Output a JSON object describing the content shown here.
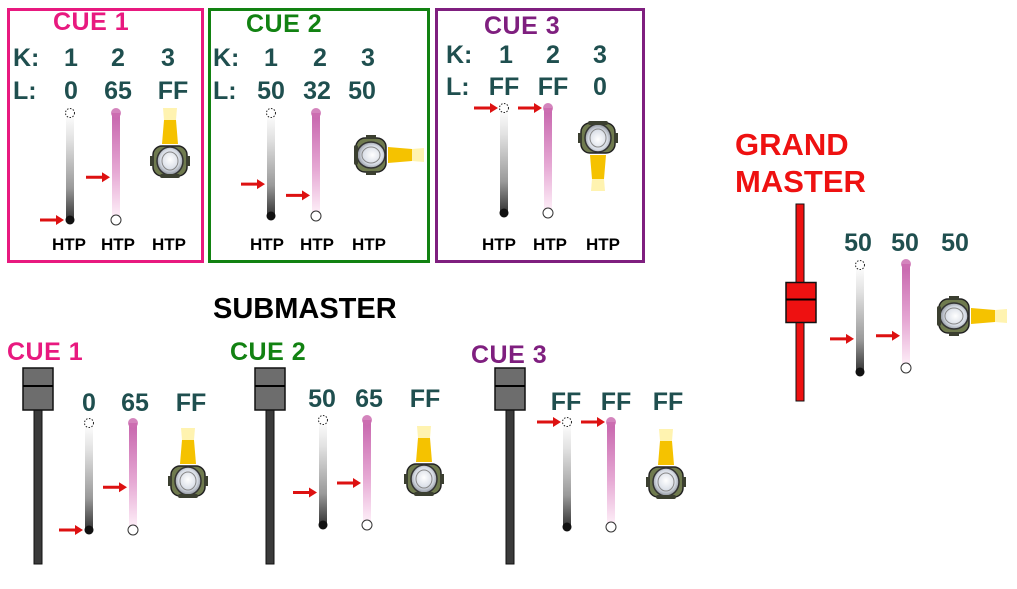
{
  "colors": {
    "cue1": "#e8197f",
    "cue2": "#128212",
    "cue3": "#7f1f7f",
    "value_text": "#1f4f4f",
    "grand": "#ee1111",
    "arrow": "#dd1111",
    "beam": "#f5c200",
    "magenta_bar": "#cc6fb2"
  },
  "top_cues": [
    {
      "title": "CUE 1",
      "k_label": "K:",
      "l_label": "L:",
      "channels": [
        "1",
        "2",
        "3"
      ],
      "levels": [
        "0",
        "65",
        "FF"
      ],
      "modes": [
        "HTP",
        "HTP",
        "HTP"
      ],
      "fader_levels": [
        0,
        0.4,
        1
      ],
      "beam": "up"
    },
    {
      "title": "CUE  2",
      "k_label": "K:",
      "l_label": "L:",
      "channels": [
        "1",
        "2",
        "3"
      ],
      "levels": [
        "50",
        "32",
        "50"
      ],
      "modes": [
        "HTP",
        "HTP",
        "HTP"
      ],
      "fader_levels": [
        0.31,
        0.2,
        0.31
      ],
      "beam": "right"
    },
    {
      "title": "CUE 3",
      "k_label": "K:",
      "l_label": "L:",
      "channels": [
        "1",
        "2",
        "3"
      ],
      "levels": [
        "FF",
        "FF",
        "0"
      ],
      "modes": [
        "HTP",
        "HTP",
        "HTP"
      ],
      "fader_levels": [
        1,
        1,
        0
      ],
      "beam": "down"
    }
  ],
  "grand_master": {
    "title_line1": "GRAND",
    "title_line2": "MASTER",
    "levels": [
      "50",
      "50",
      "50"
    ],
    "fader_levels": [
      0.31,
      0.31
    ],
    "master_level": 0.5
  },
  "submaster": {
    "title": "SUBMASTER",
    "cues": [
      {
        "title": "CUE 1",
        "levels": [
          "0",
          "65",
          "FF"
        ],
        "fader_levels": [
          0,
          0.4
        ]
      },
      {
        "title": "CUE  2",
        "levels": [
          "50",
          "65",
          "FF"
        ],
        "fader_levels": [
          0.31,
          0.4
        ]
      },
      {
        "title": "CUE 3",
        "levels": [
          "FF",
          "FF",
          "FF"
        ],
        "fader_levels": [
          1,
          1
        ]
      }
    ]
  }
}
